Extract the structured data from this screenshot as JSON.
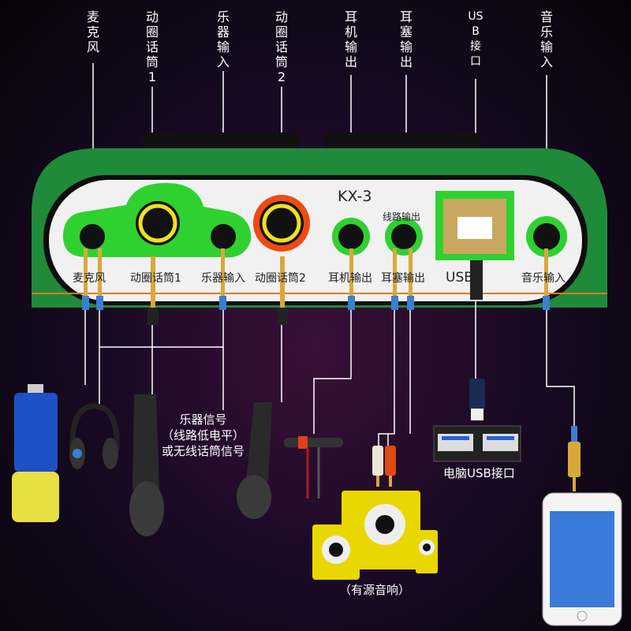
{
  "top_labels": [
    "麦克风",
    "动圈话筒1",
    "乐器输入",
    "动圈话筒2",
    "耳机输出",
    "耳塞输出",
    "USB接口",
    "音乐输入"
  ],
  "device": {
    "model": "KX-3",
    "line_out_group": "线路输出",
    "panel_labels": [
      "麦克风",
      "动圈话筒1",
      "乐器输入",
      "动圈话筒2",
      "耳机输出",
      "耳塞输出",
      "USB",
      "音乐输入"
    ]
  },
  "annotations": {
    "instrument_signal": [
      "乐器信号",
      "（线路低电平）",
      "或无线话筒信号"
    ],
    "speakers": "（有源音响）",
    "pc_usb": "电脑USB接口"
  },
  "colors": {
    "chassis": "#1f8a3a",
    "accent_green": "#2fd12f",
    "accent_red": "#f04a10",
    "cable": "#e07a20"
  }
}
